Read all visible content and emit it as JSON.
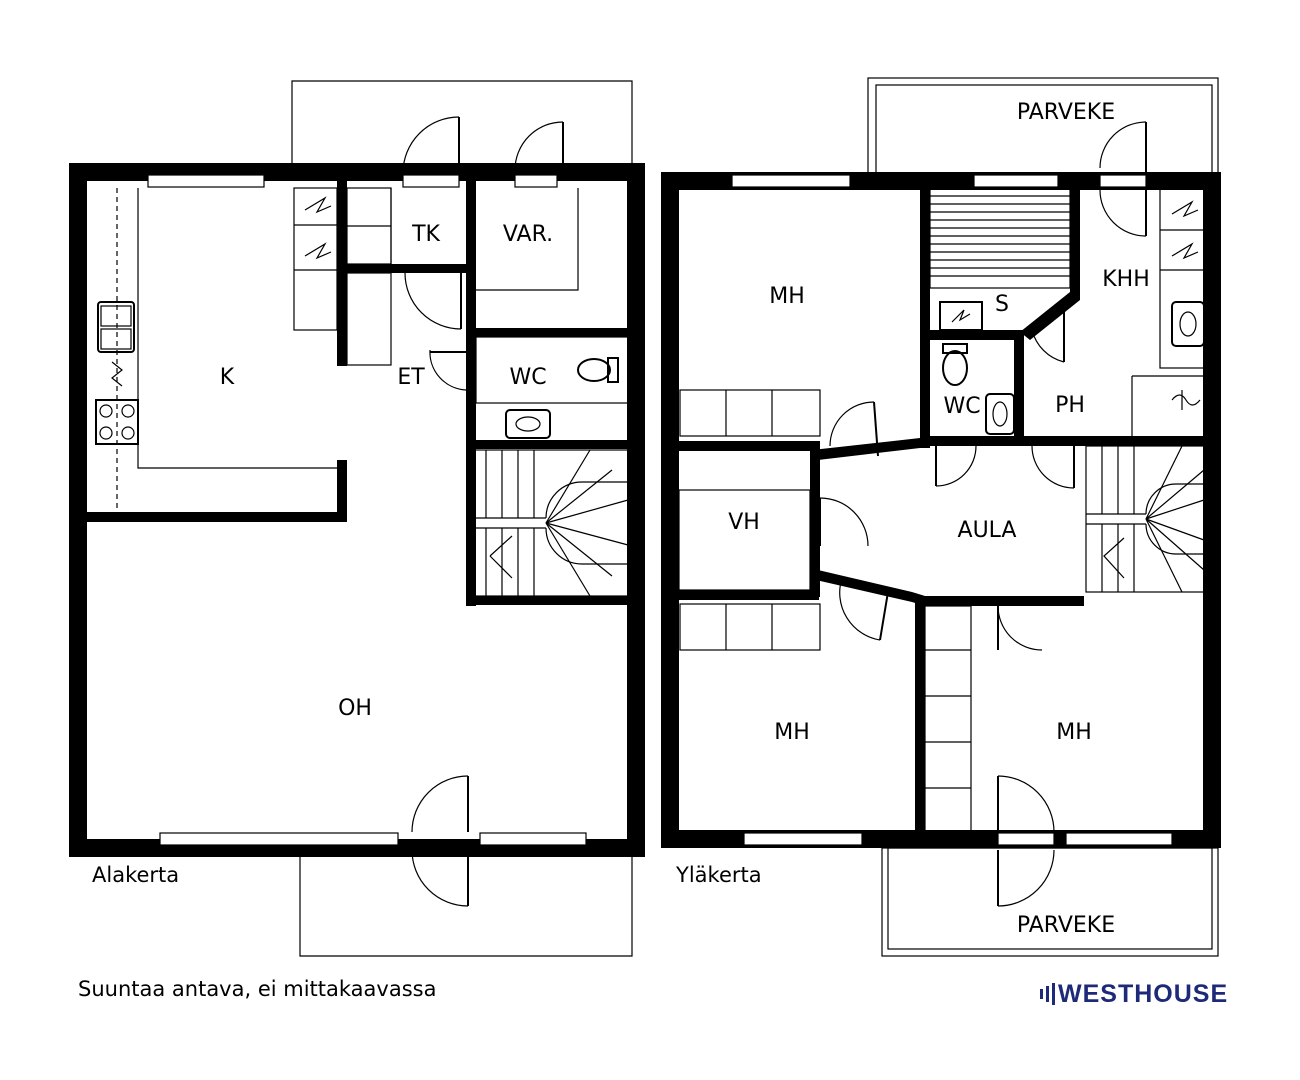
{
  "floors": [
    {
      "caption": "Alakerta",
      "rooms": [
        {
          "id": "k",
          "label": "K"
        },
        {
          "id": "tk",
          "label": "TK"
        },
        {
          "id": "var",
          "label": "VAR."
        },
        {
          "id": "et",
          "label": "ET"
        },
        {
          "id": "wc",
          "label": "WC"
        },
        {
          "id": "oh",
          "label": "OH"
        }
      ]
    },
    {
      "caption": "Yläkerta",
      "rooms": [
        {
          "id": "parveke-top",
          "label": "PARVEKE"
        },
        {
          "id": "mh-1",
          "label": "MH"
        },
        {
          "id": "s",
          "label": "S"
        },
        {
          "id": "khh",
          "label": "KHH"
        },
        {
          "id": "wc",
          "label": "WC"
        },
        {
          "id": "ph",
          "label": "PH"
        },
        {
          "id": "vh",
          "label": "VH"
        },
        {
          "id": "aula",
          "label": "AULA"
        },
        {
          "id": "mh-2",
          "label": "MH"
        },
        {
          "id": "mh-3",
          "label": "MH"
        },
        {
          "id": "parveke-bottom",
          "label": "PARVEKE"
        }
      ]
    }
  ],
  "footnote": "Suuntaa antava, ei mittakaavassa",
  "logo": {
    "text": "WESTHOUSE",
    "color": "#1e2a78"
  }
}
